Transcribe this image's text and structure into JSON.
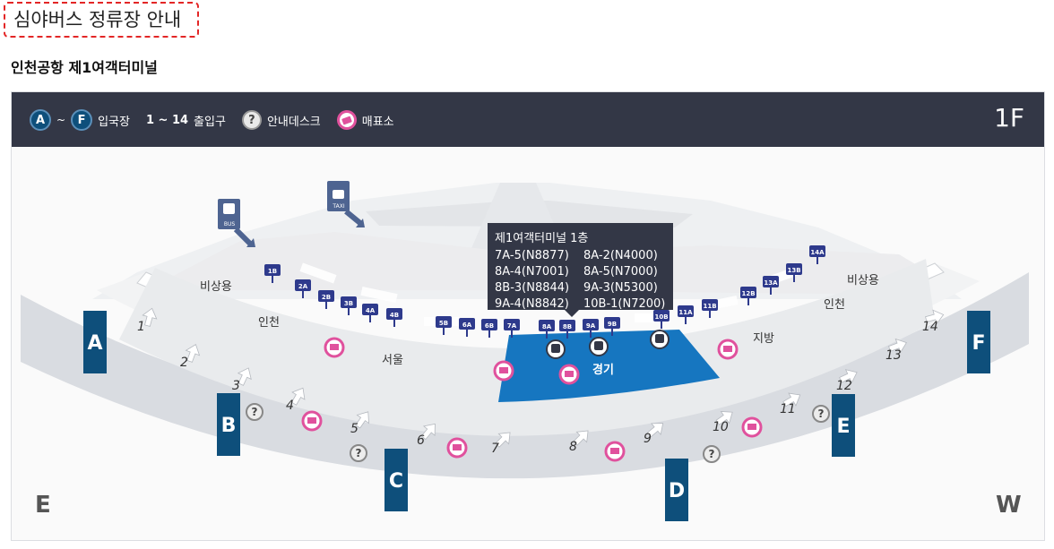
{
  "page": {
    "title": "심야버스 정류장 안내",
    "subtitle": "인천공항 제1여객터미널"
  },
  "legend": {
    "gate_start": "A",
    "gate_tilde": "~",
    "gate_end": "F",
    "gate_label": "입국장",
    "exit_range": "1 ~ 14",
    "exit_label": "출입구",
    "help_symbol": "?",
    "help_label": "안내데스크",
    "ticket_label": "매표소",
    "floor": "1F",
    "bar_color": "#333746"
  },
  "tooltip": {
    "title": "제1여객터미널 1층",
    "stops": [
      "7A-5(N8877)",
      "8A-2(N4000)",
      "8A-4(N7001)",
      "8A-5(N7000)",
      "8B-3(N8844)",
      "9A-3(N5300)",
      "9A-4(N8842)",
      "10B-1(N7200)"
    ]
  },
  "map": {
    "bus_icon_label": "BUS",
    "taxi_icon_label": "TAXI",
    "highlight_color": "#1676c0",
    "gate_color": "#0e4f7b",
    "ticket_color": "#e0519d",
    "zones": [
      "비상용",
      "인천",
      "서울",
      "경기",
      "지방",
      "인천",
      "비상용"
    ],
    "stop_signs": [
      "1B",
      "2A",
      "2B",
      "3B",
      "4A",
      "4B",
      "5B",
      "6A",
      "6B",
      "7A",
      "8A",
      "8B",
      "9A",
      "9B",
      "10B",
      "11A",
      "11B",
      "12B",
      "13A",
      "13B",
      "14A"
    ],
    "gates": [
      "A",
      "B",
      "C",
      "D",
      "E",
      "F"
    ],
    "exits": [
      "1",
      "2",
      "3",
      "4",
      "5",
      "6",
      "7",
      "8",
      "9",
      "10",
      "11",
      "12",
      "13",
      "14"
    ],
    "compass_left": "E",
    "compass_right": "W"
  }
}
